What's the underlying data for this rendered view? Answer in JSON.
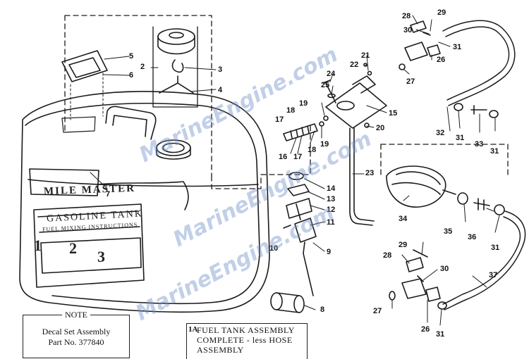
{
  "watermark": "MarineEngine.com",
  "note": {
    "title": "NOTE",
    "lines": [
      "Decal Set Assembly",
      "Part No. 377840"
    ]
  },
  "assembly": {
    "code": "1A",
    "lines": [
      "FUEL TANK ASSEMBLY",
      "COMPLETE - less HOSE",
      "ASSEMBLY"
    ]
  },
  "tank": {
    "brand": "MILE MASTER",
    "product": "GASOLINE TANK",
    "instructions": "FUEL MIXING INSTRUCTIONS",
    "steps": [
      "1",
      "2",
      "3"
    ]
  },
  "callouts": [
    "2",
    "3",
    "4",
    "5",
    "6",
    "7",
    "8",
    "9",
    "10",
    "11",
    "12",
    "13",
    "14",
    "15",
    "16",
    "17",
    "17",
    "18",
    "18",
    "19",
    "19",
    "20",
    "21",
    "22",
    "23",
    "24",
    "25",
    "26",
    "26",
    "27",
    "27",
    "28",
    "28",
    "29",
    "29",
    "30",
    "30",
    "31",
    "31",
    "31",
    "31",
    "31",
    "32",
    "33",
    "34",
    "35",
    "36",
    "37"
  ]
}
